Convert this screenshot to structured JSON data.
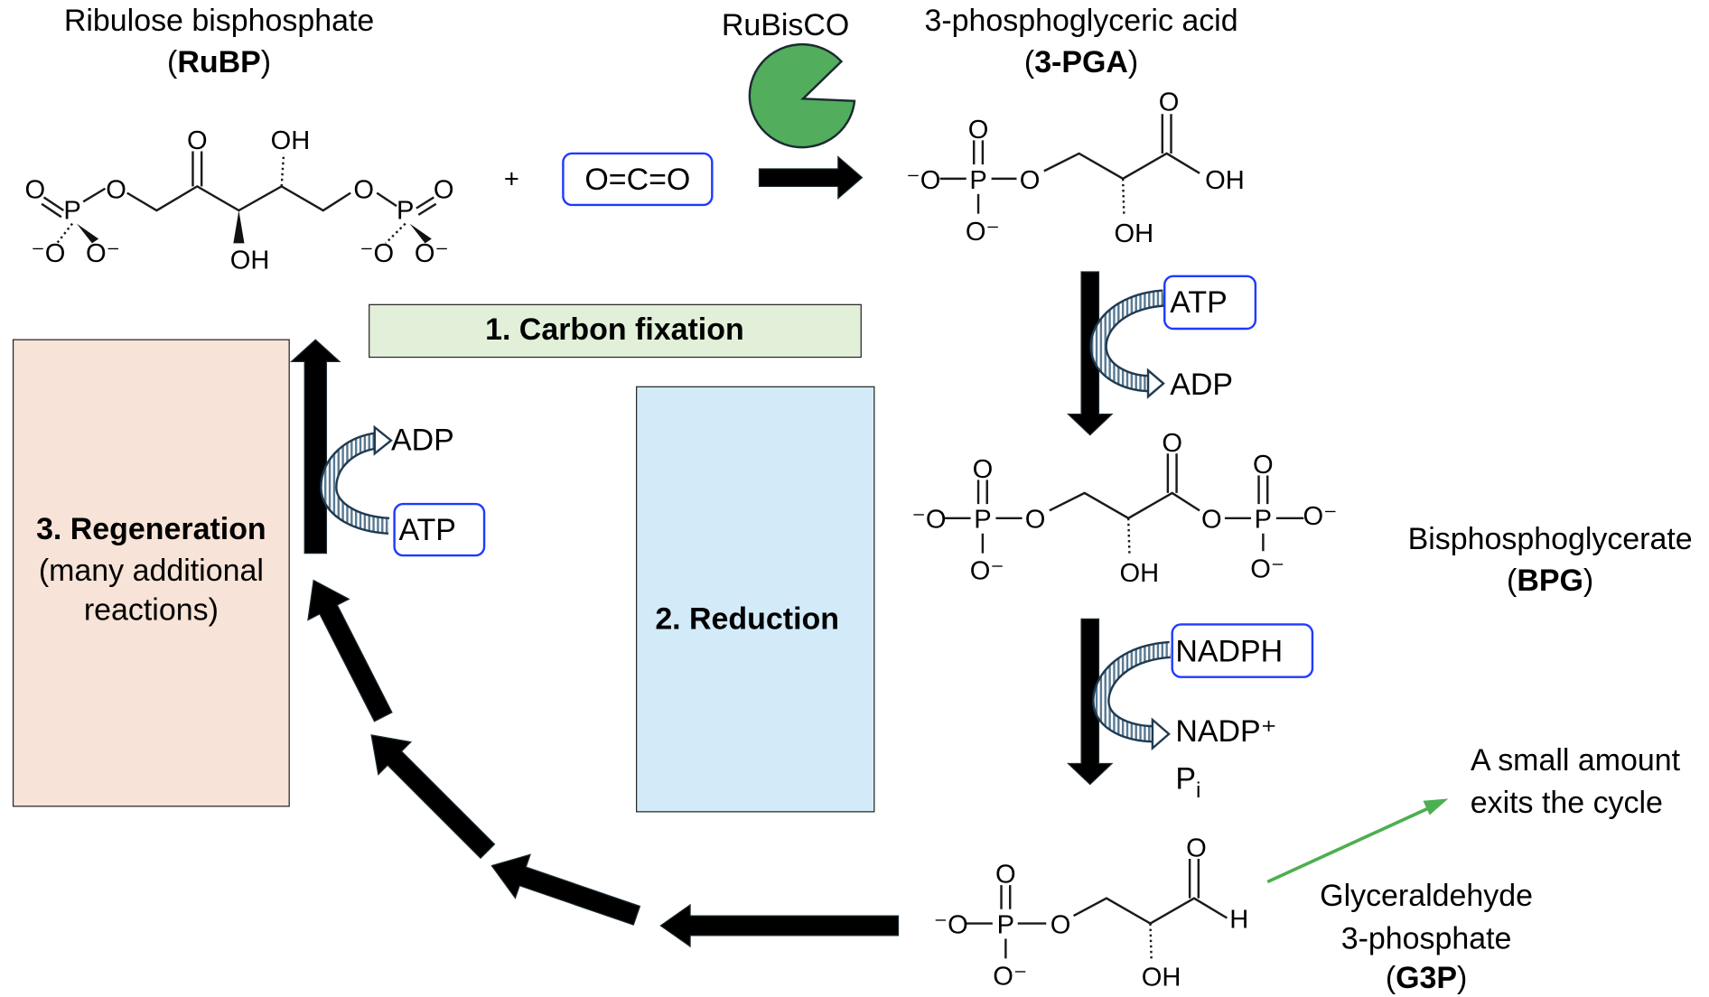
{
  "enzyme": {
    "label": "RuBisCO",
    "color": "#52ad5c"
  },
  "rubp": {
    "name": "Ribulose bisphosphate",
    "abbr": "RuBP",
    "atoms": [
      "O",
      "P",
      "O",
      "⁻O",
      "O⁻",
      "O",
      "OH",
      "OH",
      "O",
      "P",
      "O",
      "⁻O",
      "O⁻"
    ]
  },
  "plus": "+",
  "co2": {
    "label": "O=C=O",
    "box_color": "#1f3bff"
  },
  "pga": {
    "name": "3-phosphoglyceric acid",
    "abbr": "3-PGA",
    "atoms": [
      "⁻O",
      "P",
      "O",
      "O",
      "O⁻",
      "OH",
      "O",
      "OH"
    ]
  },
  "bpg": {
    "name": "Bisphosphoglycerate",
    "abbr": "BPG",
    "atoms": [
      "⁻O",
      "P",
      "O",
      "O",
      "O⁻",
      "OH",
      "O",
      "O",
      "P",
      "O⁻",
      "O",
      "O⁻"
    ]
  },
  "g3p": {
    "name_line1": "Glyceraldehyde",
    "name_line2": "3-phosphate",
    "abbr": "G3P",
    "atoms": [
      "⁻O",
      "P",
      "O",
      "O",
      "O⁻",
      "OH",
      "O",
      "H"
    ]
  },
  "step1": {
    "atp": "ATP",
    "adp": "ADP"
  },
  "step2": {
    "nadph": "NADPH",
    "nadp": "NADP⁺",
    "pi": "P",
    "pi_sub": "i"
  },
  "regen": {
    "adp": "ADP",
    "atp": "ATP"
  },
  "exit_note": {
    "line1": "A small amount",
    "line2": "exits the cycle",
    "arrow_color": "#4caf50"
  },
  "phases": [
    {
      "label": "1. Carbon fixation",
      "color": "#e2f0d9"
    },
    {
      "label": "2. Reduction",
      "color": "#d3ebf8"
    },
    {
      "label": "3. Regeneration",
      "line2": "(many additional",
      "line3": "reactions)",
      "color": "#f7e3d7"
    }
  ]
}
